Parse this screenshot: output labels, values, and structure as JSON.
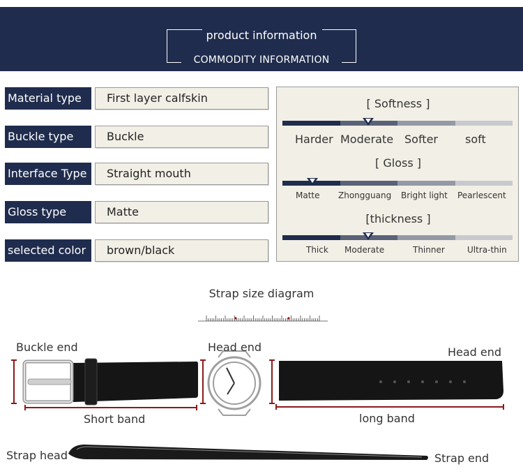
{
  "header": {
    "title": "product information",
    "subtitle": "COMMODITY INFORMATION"
  },
  "info_rows": [
    {
      "label": "Material type",
      "value": "First layer calfskin"
    },
    {
      "label": "Buckle type",
      "value": "Buckle"
    },
    {
      "label": "Interface Type",
      "value": "Straight mouth"
    },
    {
      "label": "Gloss type",
      "value": "Matte"
    },
    {
      "label": "selected color",
      "value": "brown/black"
    }
  ],
  "scales": [
    {
      "title": "[ Softness ]",
      "options": [
        "Harder",
        "Moderate",
        "Softer",
        "soft"
      ],
      "selected": "Moderate"
    },
    {
      "title": "[   Gloss    ]",
      "options": [
        "Matte",
        "Zhongguang",
        "Bright light",
        "Pearlescent"
      ],
      "selected": "Matte"
    },
    {
      "title": "[thickness ]",
      "options": [
        "Thick",
        "Moderate",
        "Thinner",
        "Ultra-thin"
      ],
      "selected": "Moderate"
    }
  ],
  "scale_colors": [
    "#1f2c4d",
    "#5a6278",
    "#9499a6",
    "#c7c9ce"
  ],
  "diagram": {
    "title": "Strap size diagram",
    "labels": {
      "buckle_end": "Buckle end",
      "head_end_watch": "Head end",
      "head_end_strap": "Head end",
      "short_band": "Short band",
      "long_band": "long band",
      "strap_head": "Strap head",
      "strap_end": "Strap end"
    },
    "dimension_color": "#8b1a1a",
    "strap_color": "#1a1a1a"
  }
}
